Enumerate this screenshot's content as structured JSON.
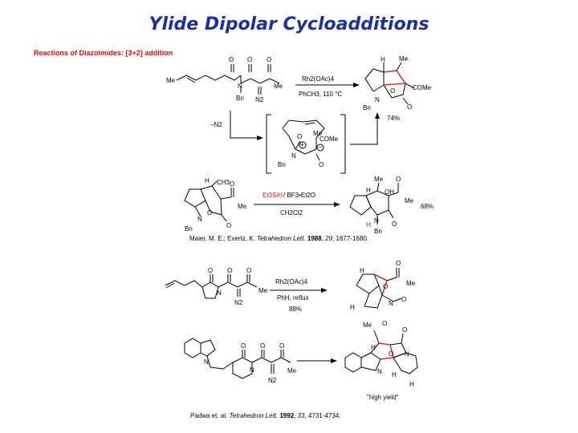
{
  "title": "Ylide Dipolar Cycloadditions",
  "subtitle": "Reactions of Diazoimides:  [3+2] addition",
  "scheme1": {
    "reagent_top": "Rh2(OAc)4",
    "reagent_bottom": "PhCH3, 110 °C",
    "yield": "74%",
    "loss_label": "–N2",
    "sm_labels": {
      "me": "Me",
      "o1": "O",
      "o2": "O",
      "o3": "O",
      "me2": "Me",
      "n": "N",
      "bn": "Bn",
      "n2": "N2"
    },
    "prod_labels": {
      "h": "H",
      "me": "Me",
      "come": "COMe",
      "n": "N",
      "bn": "Bn",
      "o": "O",
      "obridge": "O"
    },
    "ylide_labels": {
      "me": "Me",
      "come": "COMe",
      "o": "O",
      "n": "N",
      "bn": "Bn",
      "o2": "O",
      "plus": "+",
      "minus": "−"
    }
  },
  "scheme2": {
    "reagent_top_red": "Et3SiH",
    "reagent_top_black": "/ BF3•Et2O",
    "reagent_bottom": "CH2Cl2",
    "yield": "68%",
    "sm_labels": {
      "h": "H",
      "ch3": "CH3",
      "o": "O",
      "me": "Me",
      "n": "N",
      "bn": "Bn",
      "o2": "O",
      "obridge": "O"
    },
    "prod_labels": {
      "h": "H",
      "me": "Me",
      "oh": "OH",
      "o": "O",
      "me2": "Me",
      "hred": "H",
      "n": "N",
      "bn": "Bn",
      "o2": "O"
    }
  },
  "ref1": {
    "authors": "Maier, M. E.; Evertz, K.",
    "journal": "Tetrahedron Lett.",
    "year": "1988",
    "volume": "29",
    "pages": ", 1677-1680."
  },
  "scheme3": {
    "reagent_top": "Rh2(OAc)4",
    "reagent_mid": "PhH, reflux",
    "yield": "88%",
    "sm_labels": {
      "o1": "O",
      "o2": "O",
      "o3": "O",
      "me": "Me",
      "n": "N",
      "n2": "N2"
    },
    "prod_labels": {
      "h1": "H",
      "o": "O",
      "me": "Me",
      "o2": "O",
      "n": "N",
      "o3": "O",
      "h2": "H"
    }
  },
  "scheme4": {
    "yield_label": "\"high yield\"",
    "sm_labels": {
      "n": "N",
      "o1": "O",
      "o2": "O",
      "o3": "O",
      "me": "Me",
      "n2": "N",
      "n2label": "N2"
    },
    "prod_labels": {
      "me": "Me",
      "o": "O",
      "o2": "O",
      "h1": "H",
      "o3": "O",
      "n": "N",
      "n2": "N",
      "h2": "H",
      "h3": "H"
    }
  },
  "ref2": {
    "authors": "Padwa et. al.",
    "journal": "Tetrahedron Lett.",
    "year": "1992",
    "volume": "33",
    "pages": ", 4731-4734."
  }
}
